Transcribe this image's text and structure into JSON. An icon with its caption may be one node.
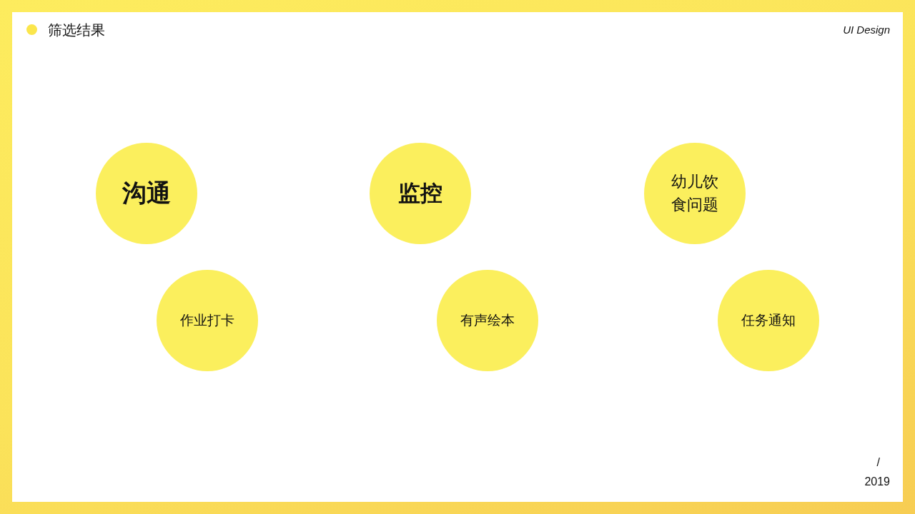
{
  "diagram": {
    "title": "筛选结果",
    "nodes": [
      {
        "text": [
          "沟通"
        ]
      },
      {
        "text": [
          "监控"
        ]
      },
      {
        "text": [
          "幼儿饮食问题"
        ]
      },
      {
        "text": [
          "作业打卡"
        ]
      },
      {
        "text": [
          "有声绘本"
        ]
      },
      {
        "text": [
          "任务通知"
        ]
      }
    ],
    "labels": [
      "UI Design",
      "/",
      "2019"
    ]
  }
}
